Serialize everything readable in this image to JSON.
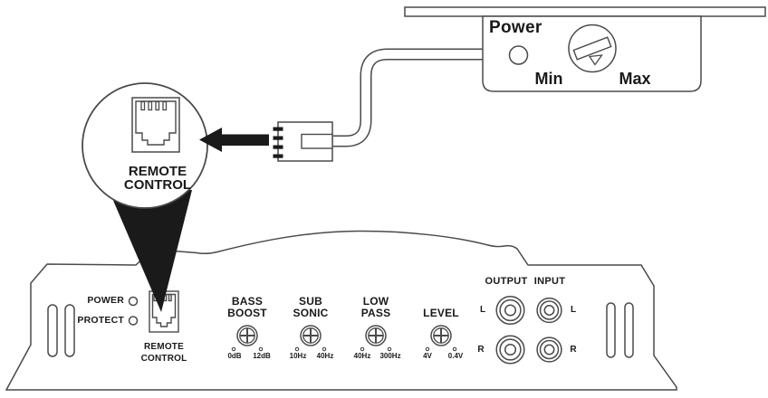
{
  "figure": "amplifier remote level control hookup diagram",
  "remote_unit": {
    "power_label": "Power",
    "min_label": "Min",
    "max_label": "Max"
  },
  "callout": {
    "jack_label": {
      "line1": "REMOTE",
      "line2": "CONTROL"
    }
  },
  "amplifier": {
    "leds": {
      "power": "POWER",
      "protect": "PROTECT"
    },
    "remote_jack": {
      "line1": "REMOTE",
      "line2": "CONTROL"
    },
    "knobs": [
      {
        "line1": "BASS",
        "line2": "BOOST",
        "min": "0dB",
        "max": "12dB"
      },
      {
        "line1": "SUB",
        "line2": "SONIC",
        "min": "10Hz",
        "max": "40Hz"
      },
      {
        "line1": "LOW",
        "line2": "PASS",
        "min": "40Hz",
        "max": "300Hz"
      },
      {
        "line1": "",
        "line2": "LEVEL",
        "min": "4V",
        "max": "0.4V"
      }
    ],
    "io": {
      "output": "OUTPUT",
      "input": "INPUT",
      "left": "L",
      "right": "R"
    }
  },
  "colors": {
    "outline": "#4a4a4a",
    "ink": "#1a1a1a",
    "background": "#ffffff"
  }
}
